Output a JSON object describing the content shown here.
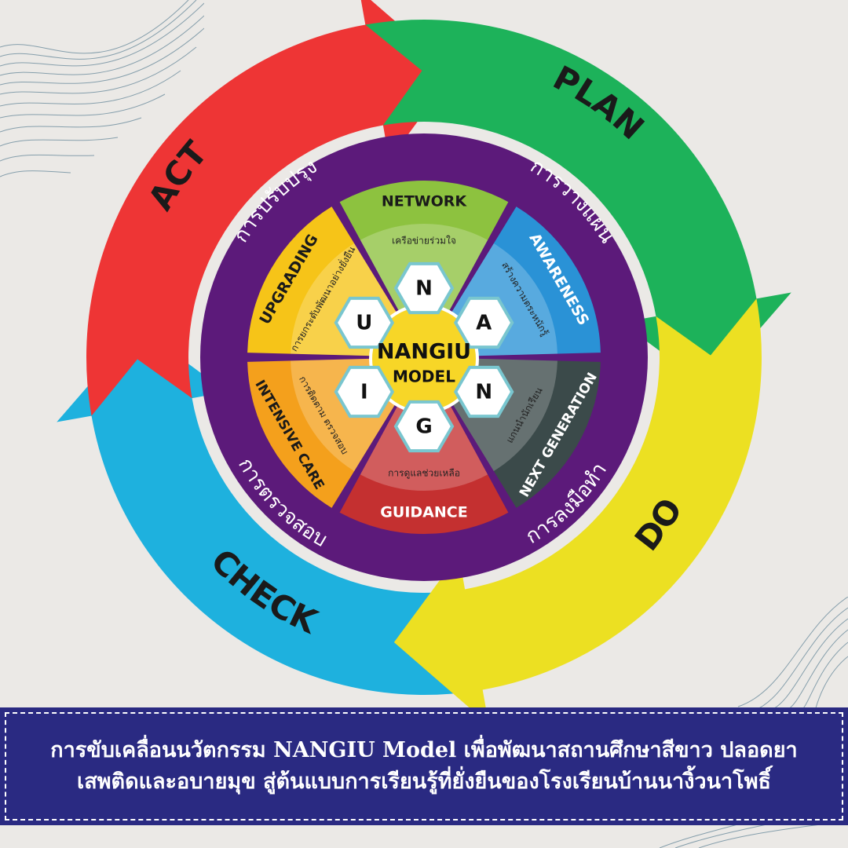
{
  "diagram": {
    "cycle": [
      {
        "label": "ACT",
        "color": "#ee3535"
      },
      {
        "label": "PLAN",
        "color": "#1db25a"
      },
      {
        "label": "DO",
        "color": "#ece022"
      },
      {
        "label": "CHECK",
        "color": "#1eb1de"
      }
    ],
    "phases_th": [
      "การปรับปรุง",
      "การวางแผน",
      "การลงมือทำ",
      "การตรวจสอบ"
    ],
    "ring_color": "#5c1a7a",
    "sectors": [
      {
        "title": "NETWORK",
        "subtitle": "เครือข่ายร่วมใจ",
        "color": "#8dc23f"
      },
      {
        "title": "AWARENESS",
        "subtitle": "สร้างความตระหนักรู้",
        "color": "#2a92d6"
      },
      {
        "title": "NEXT GENERATION",
        "subtitle": "แกนนำนักเรียน",
        "color": "#3b4a4a"
      },
      {
        "title": "GUIDANCE",
        "subtitle": "การดูแลช่วยเหลือ",
        "color": "#c43030"
      },
      {
        "title": "INTENSIVE CARE",
        "subtitle": "การติดตาม ตรวจสอบ",
        "color": "#f4a01c"
      },
      {
        "title": "UPGRADING",
        "subtitle": "การยกระดับพัฒนาอย่างยั่งยืน",
        "color": "#f6c418"
      }
    ],
    "letters": [
      "N",
      "A",
      "N",
      "G",
      "I",
      "U"
    ],
    "center": {
      "line1": "NANGIU",
      "line2": "MODEL",
      "color": "#f7d627"
    }
  },
  "caption": {
    "line1": "การขับเคลื่อนนวัตกรรม NANGIU Model เพื่อพัฒนาสถานศึกษาสีขาว ปลอดยา",
    "line2": "เสพติดและอบายมุข สู่ต้นแบบการเรียนรู้ที่ยั่งยืนของโรงเรียนบ้านนางิ้วนาโพธิ์"
  }
}
